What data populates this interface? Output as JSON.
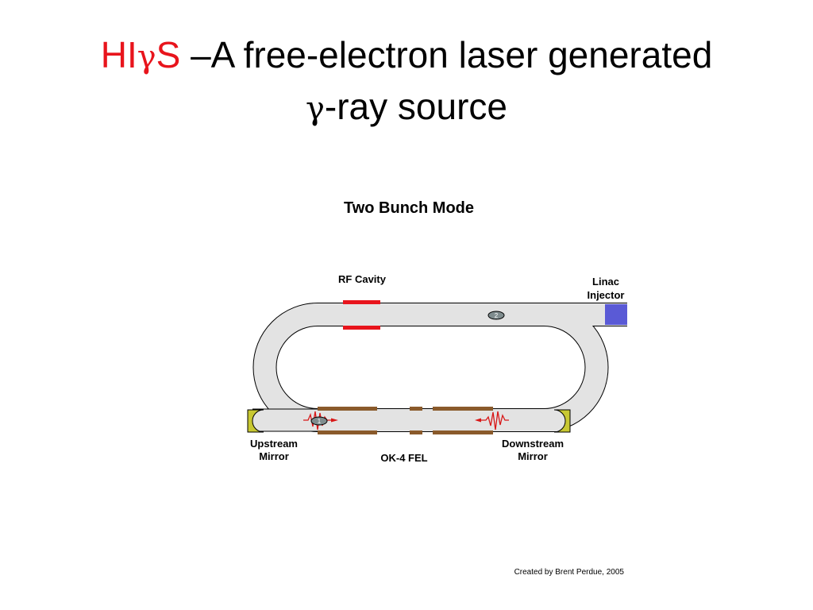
{
  "title": {
    "acronym_h": "HI",
    "acronym_gamma": "γ",
    "acronym_s": "S",
    "line1_rest": " –A free-electron laser generated",
    "line2_gamma": "γ",
    "line2_rest": "-ray source"
  },
  "diagram": {
    "heading": "Two Bunch Mode",
    "labels": {
      "rf_cavity": "RF Cavity",
      "linac_line1": "Linac",
      "linac_line2": "Injector",
      "upstream_line1": "Upstream",
      "upstream_line2": "Mirror",
      "downstream_line1": "Downstream",
      "downstream_line2": "Mirror",
      "fel": "OK-4 FEL"
    },
    "bunches": [
      "1",
      "2"
    ],
    "credit": "Created by Brent Perdue, 2005"
  },
  "colors": {
    "title_accent": "#e8141c",
    "beam_pipe": "#e3e3e3",
    "rf_cavity": "#e8141c",
    "linac_injector": "#5a5ad6",
    "mirror": "#c8c832",
    "fel_wiggler": "#8a5a2b",
    "photon_pulse": "#d81818",
    "electron_bunch": "#7f8c8e"
  },
  "icons": [
    "electron-bunch-icon",
    "photon-pulse-icon"
  ]
}
